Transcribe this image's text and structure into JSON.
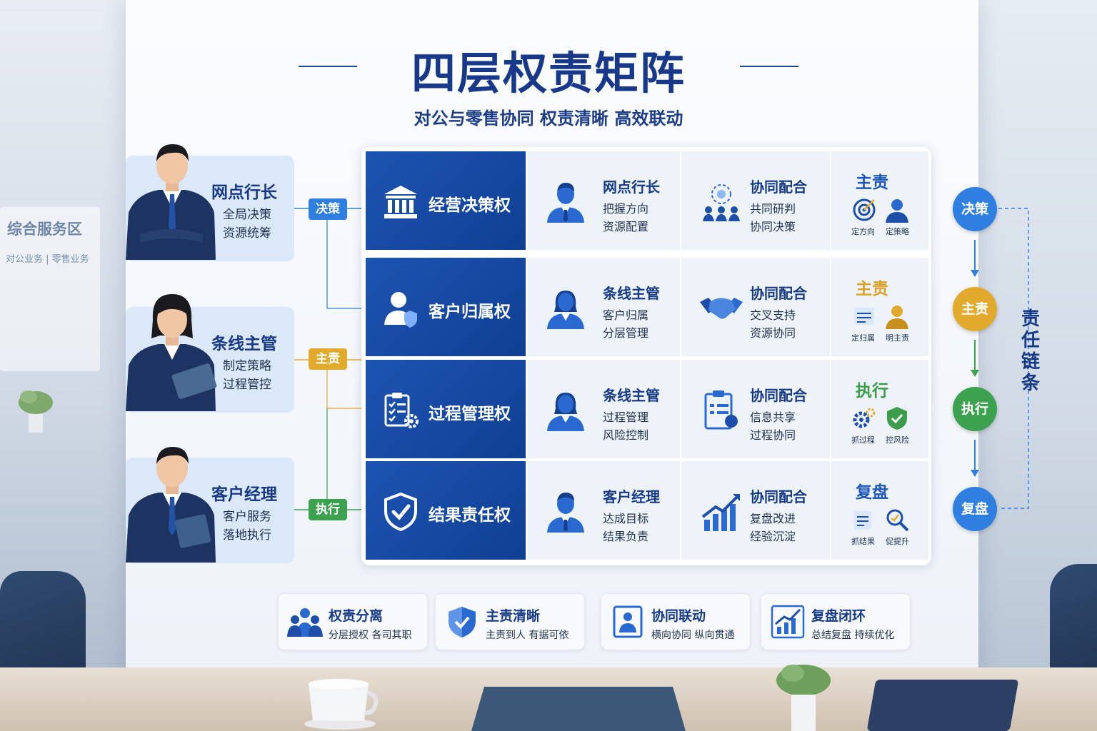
{
  "title": "四层权责矩阵",
  "subtitle": "对公与零售协同  权责清晰  高效联动",
  "background": {
    "sign_title": "综合服务区",
    "sign_sub": "对公业务 | 零售业务"
  },
  "people": [
    {
      "name": "网点行长",
      "desc": [
        "全局决策",
        "资源统筹"
      ],
      "tag": "决策",
      "tag_color": "#2f7fe0"
    },
    {
      "name": "条线主管",
      "desc": [
        "制定策略",
        "过程管控"
      ],
      "tag": "主责",
      "tag_color": "#e2aa2c"
    },
    {
      "name": "客户经理",
      "desc": [
        "客户服务",
        "落地执行"
      ],
      "tag": "执行",
      "tag_color": "#3da24f"
    }
  ],
  "rows": [
    {
      "head": "经营决策权",
      "head_icon": "bank-icon",
      "role": "网点行长",
      "role_desc": [
        "把握方向",
        "资源配置"
      ],
      "coop": "协同配合",
      "coop_desc": [
        "共同研判",
        "协同决策"
      ],
      "resp": "主责",
      "resp_color": "#1f57b8",
      "sub": [
        "定方向",
        "定策略"
      ]
    },
    {
      "head": "客户归属权",
      "head_icon": "user-shield-icon",
      "role": "条线主管",
      "role_desc": [
        "客户归属",
        "分层管理"
      ],
      "coop": "协同配合",
      "coop_desc": [
        "交叉支持",
        "资源协同"
      ],
      "resp": "主责",
      "resp_color": "#dba22a",
      "sub": [
        "定归属",
        "明主责"
      ]
    },
    {
      "head": "过程管理权",
      "head_icon": "checklist-gear-icon",
      "role": "条线主管",
      "role_desc": [
        "过程管理",
        "风险控制"
      ],
      "coop": "协同配合",
      "coop_desc": [
        "信息共享",
        "过程协同"
      ],
      "resp": "执行",
      "resp_color": "#3c9c4b",
      "sub": [
        "抓过程",
        "控风险"
      ]
    },
    {
      "head": "结果责任权",
      "head_icon": "shield-check-icon",
      "role": "客户经理",
      "role_desc": [
        "达成目标",
        "结果负责"
      ],
      "coop": "协同配合",
      "coop_desc": [
        "复盘改进",
        "经验沉淀"
      ],
      "resp": "复盘",
      "resp_color": "#1f57b8",
      "sub": [
        "抓结果",
        "促提升"
      ]
    }
  ],
  "chain": {
    "steps": [
      {
        "label": "决策",
        "color": "#2f7fe0"
      },
      {
        "label": "主责",
        "color": "#e2aa2c"
      },
      {
        "label": "执行",
        "color": "#3da24f"
      },
      {
        "label": "复盘",
        "color": "#2f7fe0"
      }
    ],
    "label": "责任链条"
  },
  "cards": [
    {
      "title": "权责分离",
      "desc": "分层授权  各司其职",
      "icon": "team-icon"
    },
    {
      "title": "主责清晰",
      "desc": "主责到人  有据可依",
      "icon": "shield-icon"
    },
    {
      "title": "协同联动",
      "desc": "横向协同  纵向贯通",
      "icon": "collaboration-icon"
    },
    {
      "title": "复盘闭环",
      "desc": "总结复盘  持续优化",
      "icon": "chart-growth-icon"
    }
  ]
}
